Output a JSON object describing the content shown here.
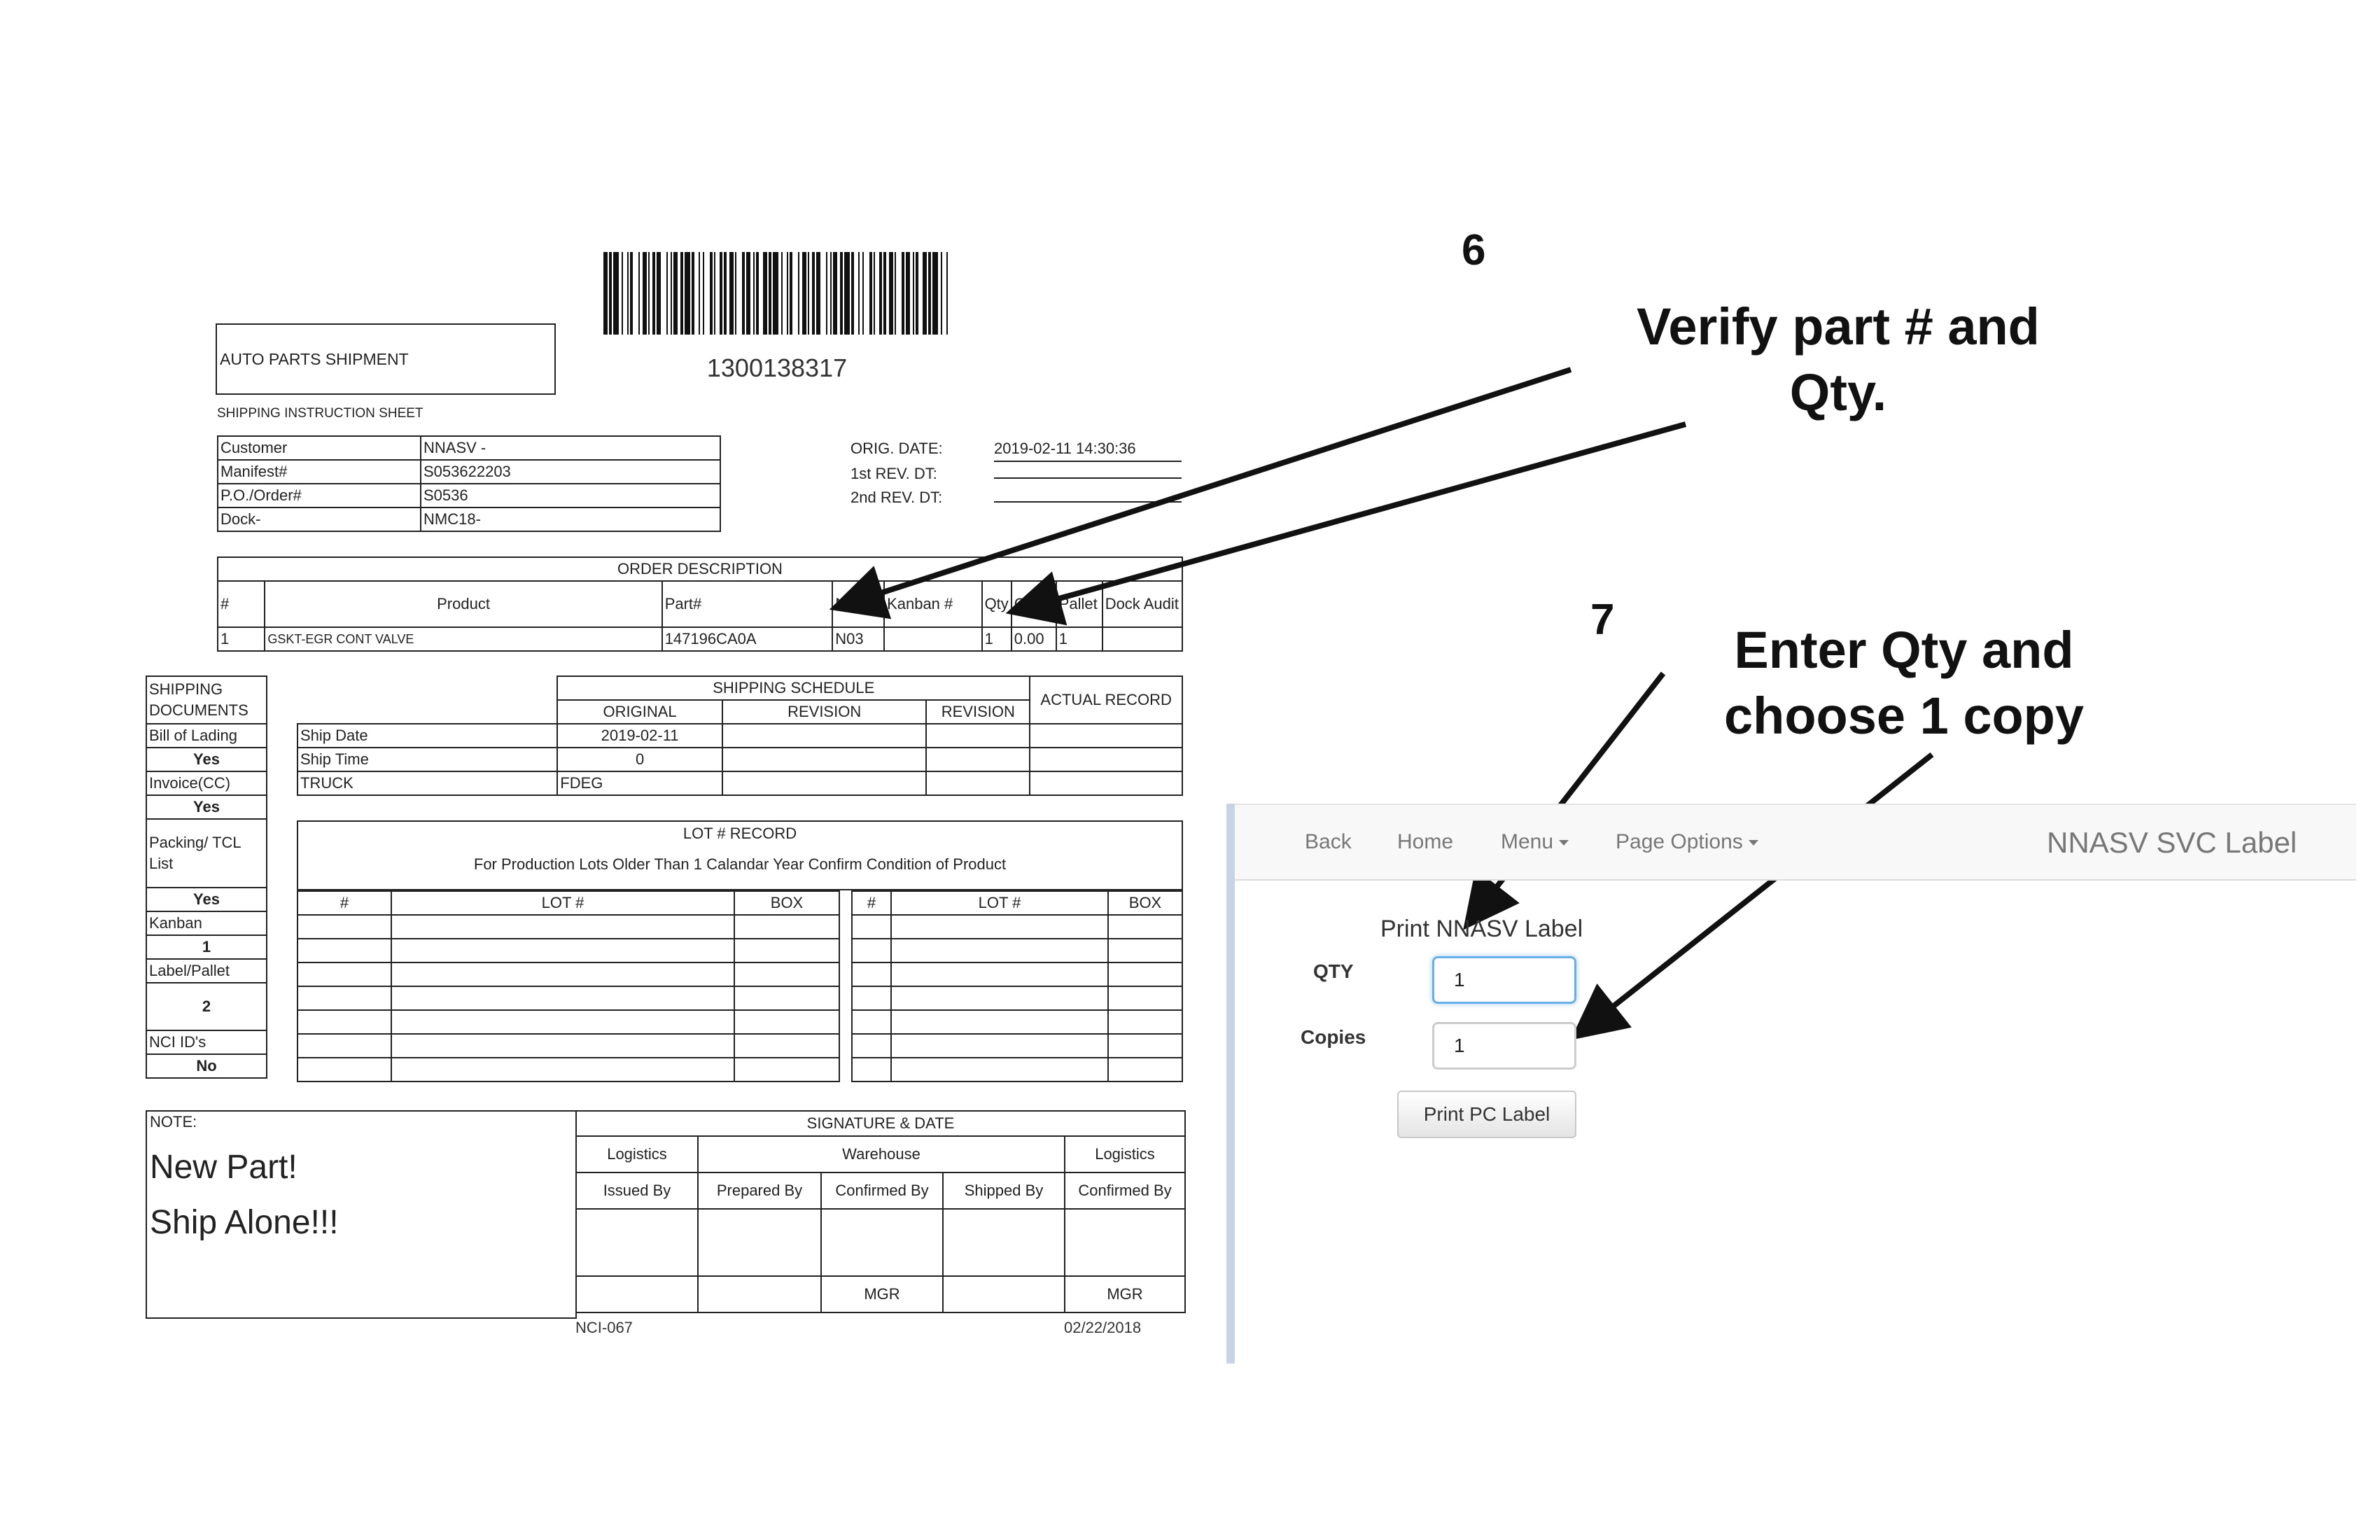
{
  "barcode_number": "1300138317",
  "header": {
    "title": "AUTO PARTS SHIPMENT",
    "subtitle": "SHIPPING INSTRUCTION SHEET"
  },
  "info": {
    "customer_label": "Customer",
    "customer": "NNASV -",
    "manifest_label": "Manifest#",
    "manifest": "S053622203",
    "po_label": "P.O./Order#",
    "po": "S0536",
    "dock_label": "Dock-",
    "dock": "NMC18-"
  },
  "dates": {
    "orig_label": "ORIG. DATE:",
    "orig": "2019-02-11 14:30:36",
    "rev1_label": "1st REV. DT:",
    "rev1": "",
    "rev2_label": "2nd REV. DT:",
    "rev2": ""
  },
  "order": {
    "title": "ORDER DESCRIPTION",
    "cols": {
      "num": "#",
      "product": "Product",
      "part": "Part#",
      "nci": "NCI#",
      "kanban": "Kanban #",
      "qty": "Qty",
      "case": "Case",
      "pallet": "Pallet",
      "dock_audit": "Dock Audit"
    },
    "row": {
      "num": "1",
      "product": "GSKT-EGR CONT VALVE",
      "part": "147196CA0A",
      "nci": "N03",
      "kanban": "",
      "qty": "1",
      "case": "0.00",
      "pallet": "1",
      "dock_audit": ""
    }
  },
  "docs": {
    "title": "SHIPPING DOCUMENTS",
    "bol": "Bill of Lading",
    "bol_val": "Yes",
    "invoice": "Invoice(CC)",
    "invoice_val": "Yes",
    "packing": "Packing/ TCL List",
    "packing_val": "Yes",
    "kanban": "Kanban",
    "kanban_val": "1",
    "label": "Label/Pallet",
    "label_val": "2",
    "nci": "NCI ID's",
    "nci_val": "No"
  },
  "schedule": {
    "title": "SHIPPING SCHEDULE",
    "actual": "ACTUAL RECORD",
    "original": "ORIGINAL",
    "revision": "REVISION",
    "ship_date_label": "Ship Date",
    "ship_date": "2019-02-11",
    "ship_time_label": "Ship Time",
    "ship_time": "0",
    "carrier_label": "TRUCK",
    "carrier": "FDEG"
  },
  "lot": {
    "title": "LOT # RECORD",
    "subtitle": "For Production Lots Older Than 1 Calandar Year Confirm Condition of Product",
    "num": "#",
    "lot": "LOT #",
    "box": "BOX"
  },
  "note": {
    "label": "NOTE:",
    "line1": "New Part!",
    "line2": "Ship Alone!!!"
  },
  "signature": {
    "title": "SIGNATURE & DATE",
    "logistics": "Logistics",
    "warehouse": "Warehouse",
    "issued": "Issued By",
    "prepared": "Prepared By",
    "confirmed": "Confirmed By",
    "shipped": "Shipped By",
    "mgr": "MGR"
  },
  "footer": {
    "form": "NCI-067",
    "date": "02/22/2018"
  },
  "annotations": {
    "step6": "6",
    "step6_text": "Verify part # and Qty.",
    "step7": "7",
    "step7_text": "Enter Qty and choose 1 copy"
  },
  "app": {
    "nav": {
      "back": "Back",
      "home": "Home",
      "menu": "Menu",
      "page_options": "Page Options"
    },
    "brand": "NNASV SVC Label",
    "form_title": "Print NNASV Label",
    "qty_label": "QTY",
    "qty_value": "1",
    "copies_label": "Copies",
    "copies_value": "1",
    "print_button": "Print PC Label"
  },
  "colors": {
    "arrow": "#111111",
    "input_focus": "#66afe9",
    "nav_bg": "#f8f8f8"
  }
}
